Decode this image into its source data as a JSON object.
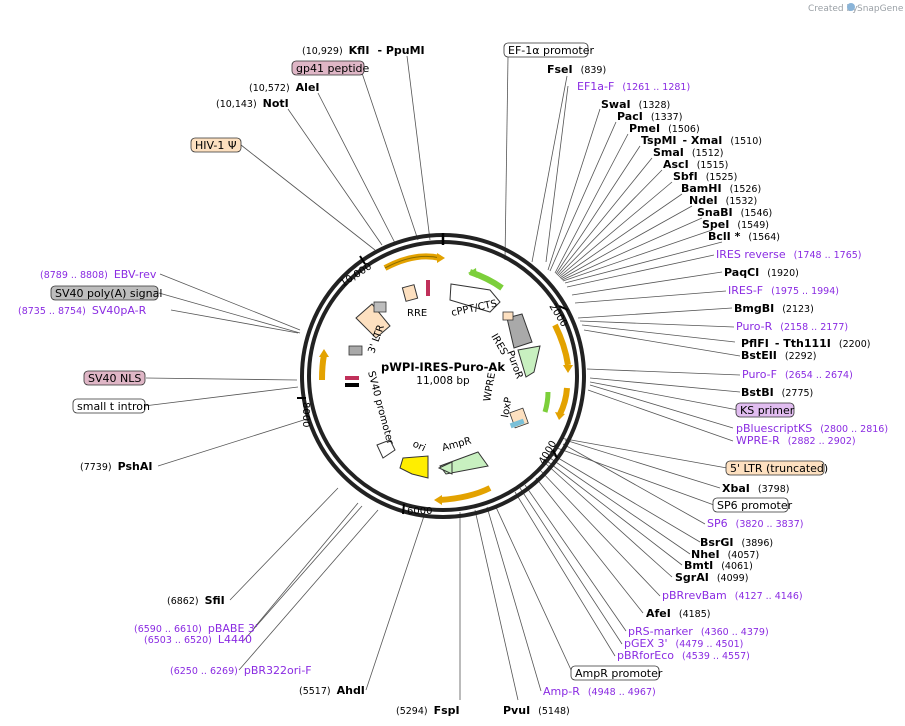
{
  "credit": {
    "prefix": "Created by",
    "brand": "SnapGene"
  },
  "plasmid": {
    "name": "pWPI-IRES-Puro-Ak",
    "size": "11,008 bp"
  },
  "colors": {
    "enzyme": "#000000",
    "primer": "#8a2be2",
    "orange_feature": "#fde0c0",
    "pink_feature": "#dfb6c6",
    "gray_feature": "#bdbdbd",
    "lilac_feature": "#e1bdf0",
    "arrow_orange": "#f0a000",
    "arrow_green": "#7ccf3a",
    "ori": "#ffee00"
  },
  "ticks": [
    "2000",
    "4000",
    "6000",
    "8000",
    "10,000"
  ],
  "inner_labels": [
    "cPPT/CTS",
    "RRE",
    "3' LTR",
    "SV40 promoter",
    "ori",
    "AmpR",
    "PuroR",
    "IRES",
    "WPRE",
    "loxP"
  ],
  "enzymes": [
    {
      "name": "KflI",
      "pos": "(10,929)",
      "extra": "PpuMI"
    },
    {
      "name": "AleI",
      "pos": "(10,572)"
    },
    {
      "name": "NotI",
      "pos": "(10,143)"
    },
    {
      "name": "FseI",
      "pos": "(839)"
    },
    {
      "name": "SwaI",
      "pos": "(1328)"
    },
    {
      "name": "PacI",
      "pos": "(1337)"
    },
    {
      "name": "PmeI",
      "pos": "(1506)"
    },
    {
      "name": "TspMI",
      "pos": "(1510)",
      "extra": "XmaI"
    },
    {
      "name": "SmaI",
      "pos": "(1512)"
    },
    {
      "name": "AscI",
      "pos": "(1515)"
    },
    {
      "name": "SbfI",
      "pos": "(1525)"
    },
    {
      "name": "BamHI",
      "pos": "(1526)"
    },
    {
      "name": "NdeI",
      "pos": "(1532)"
    },
    {
      "name": "SnaBI",
      "pos": "(1546)"
    },
    {
      "name": "SpeI",
      "pos": "(1549)"
    },
    {
      "name": "BclI *",
      "pos": "(1564)"
    },
    {
      "name": "PaqCI",
      "pos": "(1920)"
    },
    {
      "name": "BmgBI",
      "pos": "(2123)"
    },
    {
      "name": "PflFI",
      "pos": "(2200)",
      "extra": "Tth111I"
    },
    {
      "name": "BstEII",
      "pos": "(2292)"
    },
    {
      "name": "BstBI",
      "pos": "(2775)"
    },
    {
      "name": "XbaI",
      "pos": "(3798)"
    },
    {
      "name": "BsrGI",
      "pos": "(3896)"
    },
    {
      "name": "NheI",
      "pos": "(4057)"
    },
    {
      "name": "BmtI",
      "pos": "(4061)"
    },
    {
      "name": "SgrAI",
      "pos": "(4099)"
    },
    {
      "name": "AfeI",
      "pos": "(4185)"
    },
    {
      "name": "PvuI",
      "pos": "(5148)"
    },
    {
      "name": "FspI",
      "pos": "(5294)"
    },
    {
      "name": "AhdI",
      "pos": "(5517)"
    },
    {
      "name": "SfiI",
      "pos": "(6862)"
    },
    {
      "name": "PshAI",
      "pos": "(7739)"
    }
  ],
  "primers": [
    {
      "name": "EF1a-F",
      "pos": "(1261 .. 1281)"
    },
    {
      "name": "IRES reverse",
      "pos": "(1748 .. 1765)"
    },
    {
      "name": "IRES-F",
      "pos": "(1975 .. 1994)"
    },
    {
      "name": "Puro-R",
      "pos": "(2158 .. 2177)"
    },
    {
      "name": "Puro-F",
      "pos": "(2654 .. 2674)"
    },
    {
      "name": "pBluescriptKS",
      "pos": "(2800 .. 2816)"
    },
    {
      "name": "WPRE-R",
      "pos": "(2882 .. 2902)"
    },
    {
      "name": "SP6",
      "pos": "(3820 .. 3837)"
    },
    {
      "name": "pBRrevBam",
      "pos": "(4127 .. 4146)"
    },
    {
      "name": "pRS-marker",
      "pos": "(4360 .. 4379)"
    },
    {
      "name": "pGEX 3'",
      "pos": "(4479 .. 4501)"
    },
    {
      "name": "pBRforEco",
      "pos": "(4539 .. 4557)"
    },
    {
      "name": "Amp-R",
      "pos": "(4948 .. 4967)"
    },
    {
      "name": "EBV-rev",
      "pos": "(8789 .. 8808)"
    },
    {
      "name": "SV40pA-R",
      "pos": "(8735 .. 8754)"
    },
    {
      "name": "pBABE 3'",
      "pos": "(6590 .. 6610)"
    },
    {
      "name": "L4440",
      "pos": "(6503 .. 6520)"
    },
    {
      "name": "pBR322ori-F",
      "pos": "(6250 .. 6269)"
    }
  ],
  "feature_boxes": [
    {
      "name": "EF-1α promoter",
      "color": "#ffffff"
    },
    {
      "name": "gp41 peptide",
      "color": "#dfb6c6"
    },
    {
      "name": "HIV-1 Ψ",
      "color": "#fde0c0"
    },
    {
      "name": "SV40 poly(A) signal",
      "color": "#bdbdbd"
    },
    {
      "name": "SV40 NLS",
      "color": "#dfb6c6"
    },
    {
      "name": "small t intron",
      "color": "#ffffff"
    },
    {
      "name": "KS primer",
      "color": "#e1bdf0"
    },
    {
      "name": "5' LTR (truncated)",
      "color": "#fde0c0"
    },
    {
      "name": "SP6 promoter",
      "color": "#ffffff"
    },
    {
      "name": "AmpR promoter",
      "color": "#ffffff"
    }
  ]
}
